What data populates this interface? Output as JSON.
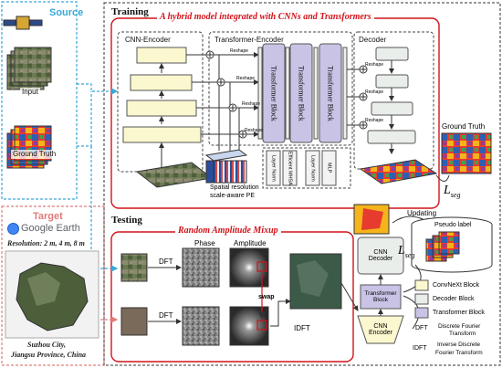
{
  "source": {
    "title": "Source",
    "input_label": "Input",
    "gt_label": "Ground Truth"
  },
  "target": {
    "title": "Target",
    "brand": "Google Earth",
    "resolution": "Resolution: 2 m, 4 m, 8 m",
    "location_line1": "Suzhou City,",
    "location_line2": "Jiangsu Province, China"
  },
  "training": {
    "title": "Training",
    "subtitle": "A hybrid model integrated with CNNs and Transformers",
    "cnn_encoder": "CNN-Encoder",
    "transformer_encoder": "Transformer-Encoder",
    "decoder": "Decoder",
    "reshape": "Reshape",
    "transformer_block": "Transformer Block",
    "pe_label_line1": "Spatial resolution",
    "pe_label_line2": "scale-aware PE",
    "sub_blocks": [
      "Layer Norm",
      "Efficient MHSA",
      "Layer Norm",
      "MLP"
    ],
    "ground_truth": "Ground Truth",
    "loss": "L",
    "loss_sub": "seg"
  },
  "testing": {
    "title": "Testing",
    "subtitle": "Random Amplitude Mixup",
    "phase": "Phase",
    "amplitude": "Amplitude",
    "dft": "DFT",
    "idft": "IDFT",
    "swap": "swap",
    "updating": "Updating",
    "pseudo_label": "Pseudo label",
    "cnn_decoder_line1": "CNN",
    "cnn_decoder_line2": "Decoder",
    "transformer_block_line1": "Transformer",
    "transformer_block_line2": "Block",
    "cnn_encoder_line1": "CNN",
    "cnn_encoder_line2": "Encoder",
    "loss": "L",
    "loss_sub": "seg"
  },
  "legend": {
    "convnext": "ConvNeXt Block",
    "decoder_block": "Decoder Block",
    "transformer_block": "Transformer Block",
    "dft_abbr": "DFT",
    "dft_line1": "Discrete Fourier",
    "dft_line2": "Transform",
    "idft_abbr": "IDFT",
    "idft_line1": "Inverse Discrete",
    "idft_line2": "Fourier Transform"
  },
  "colors": {
    "convnext": "#fbf7cf",
    "decoder": "#eaeeea",
    "transformer": "#c9c4e6",
    "red": "#d1131a",
    "source_blue": "#3aa7d6",
    "target_pink": "#e07c7c"
  }
}
